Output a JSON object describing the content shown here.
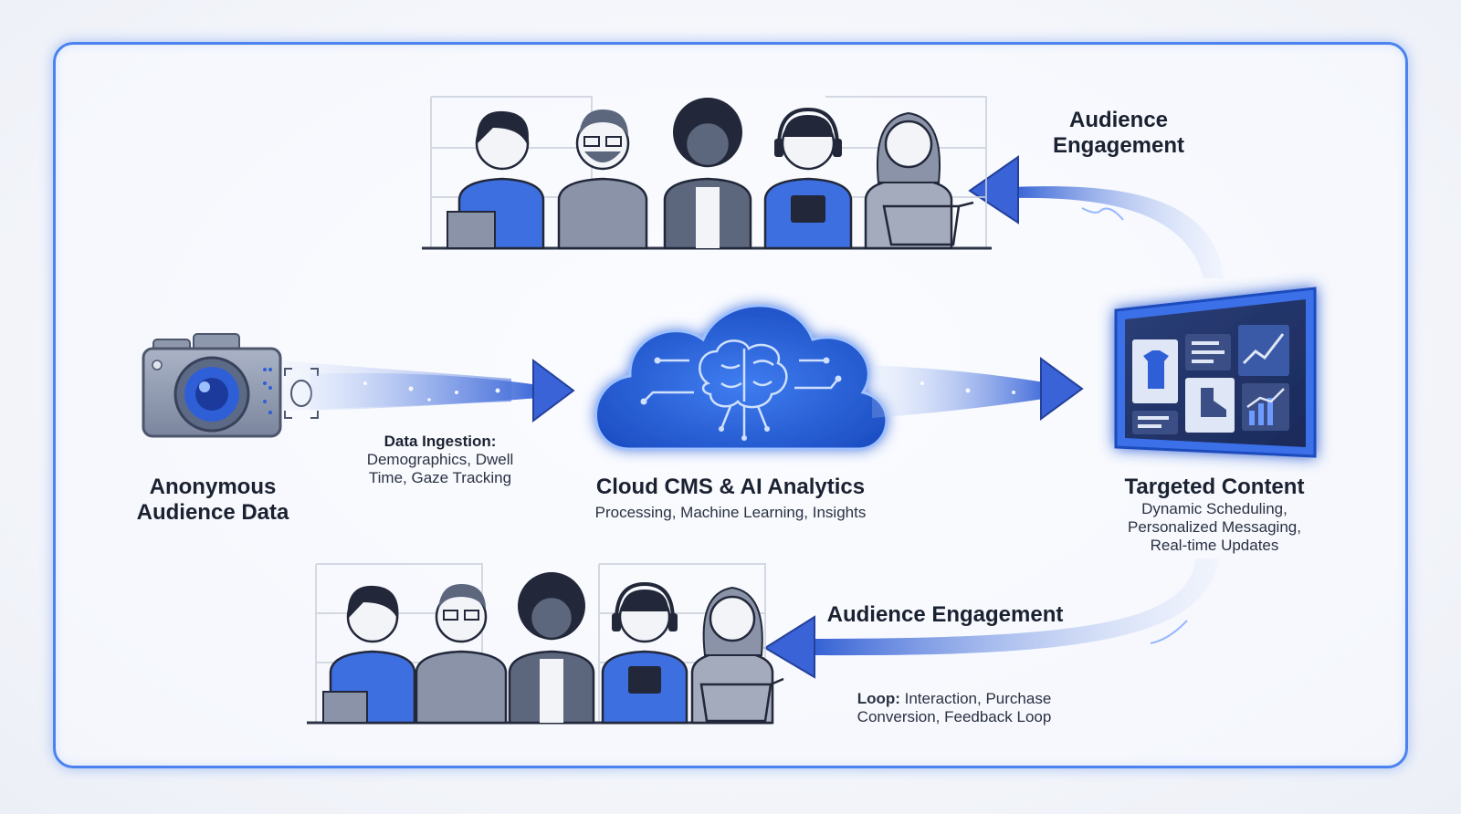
{
  "source": {
    "title_line1": "Anonymous",
    "title_line2": "Audience Data"
  },
  "ingestion": {
    "heading": "Data Ingestion:",
    "line1": "Demographics, Dwell",
    "line2": "Time, Gaze Tracking"
  },
  "cloud": {
    "title": "Cloud CMS & AI Analytics",
    "subtitle": "Processing, Machine Learning, Insights"
  },
  "content": {
    "title": "Targeted Content",
    "line1": "Dynamic Scheduling,",
    "line2": "Personalized Messaging,",
    "line3": "Real-time Updates"
  },
  "engagement_top": {
    "line1": "Audience",
    "line2": "Engagement"
  },
  "engagement_bottom": {
    "title": "Audience Engagement",
    "loop_bold": "Loop:",
    "loop_rest": " Interaction, Purchase",
    "line2": "Conversion, Feedback Loop"
  },
  "colors": {
    "accent": "#4a82ef",
    "dark_blue": "#2f55c8",
    "mid_blue": "#3d6fe0",
    "grey": "#8a93a8"
  }
}
